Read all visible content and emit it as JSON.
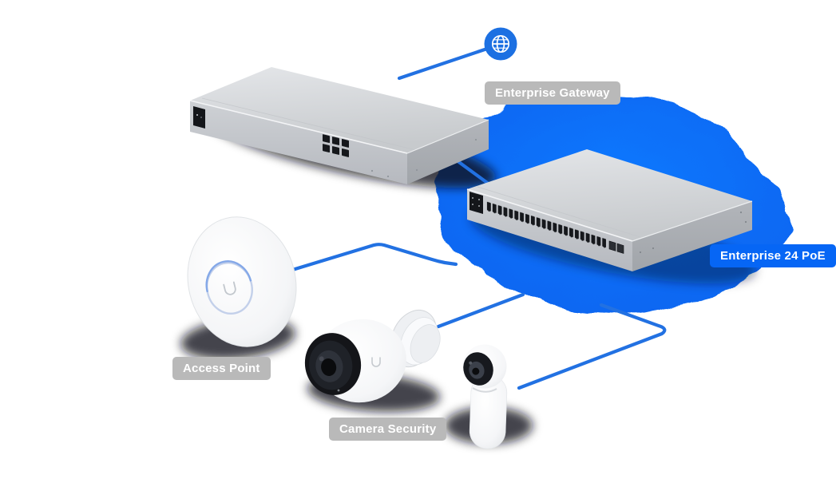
{
  "diagram": {
    "title": "UniFi network topology illustration",
    "nodes": [
      {
        "id": "internet",
        "icon": "globe-icon",
        "label": ""
      },
      {
        "id": "enterprise-gateway",
        "label": "Enterprise Gateway",
        "badge": "gray",
        "device": "rack-mount gateway appliance"
      },
      {
        "id": "enterprise-24-poe",
        "label": "Enterprise 24 PoE",
        "badge": "blue",
        "highlighted": true,
        "device": "24-port PoE switch"
      },
      {
        "id": "access-point",
        "label": "Access Point",
        "badge": "gray",
        "device": "ceiling wireless access point"
      },
      {
        "id": "camera-security",
        "label": "Camera Security",
        "badge": "gray",
        "devices": [
          "bullet-camera",
          "turret-camera"
        ]
      }
    ],
    "connections": [
      {
        "from": "enterprise-gateway",
        "to": "internet"
      },
      {
        "from": "enterprise-gateway",
        "to": "enterprise-24-poe"
      },
      {
        "from": "access-point",
        "to": "enterprise-24-poe"
      },
      {
        "from": "enterprise-24-poe",
        "to": "bullet-camera"
      },
      {
        "from": "enterprise-24-poe",
        "to": "turret-camera"
      }
    ],
    "colors": {
      "line_blue": "#2271e2",
      "globe_blue": "#1c70e2",
      "highlight_blob_blue": "#0768f3",
      "badge_blue": "#0666f5",
      "badge_gray": "#b9b9b9",
      "badge_text": "#ffffff",
      "background": "#ffffff"
    }
  }
}
